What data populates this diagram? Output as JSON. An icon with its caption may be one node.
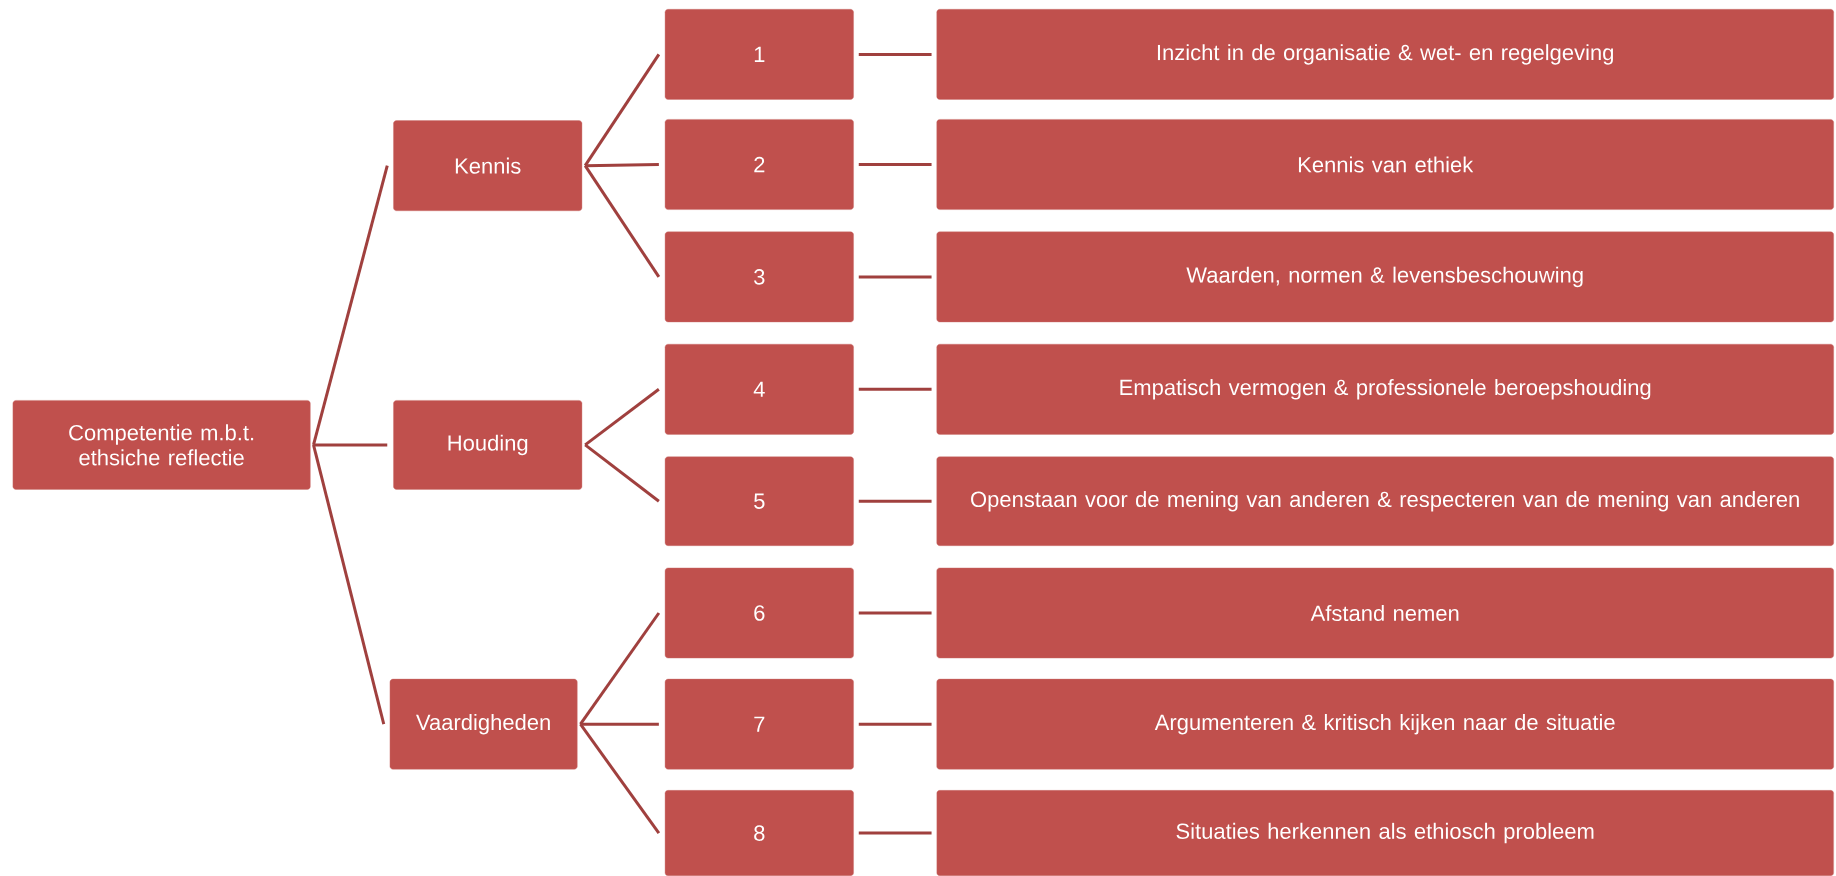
{
  "diagram": {
    "nodes": [
      {
        "text": [
          "Competentie  m.b.t. ethsiche reflectie"
        ]
      },
      {
        "text": [
          "Kennis"
        ]
      },
      {
        "text": [
          "Houding"
        ]
      },
      {
        "text": [
          "Vaardigheden"
        ]
      },
      {
        "text": [
          "1"
        ]
      },
      {
        "text": [
          "2"
        ]
      },
      {
        "text": [
          "3"
        ]
      },
      {
        "text": [
          "4"
        ]
      },
      {
        "text": [
          "5"
        ]
      },
      {
        "text": [
          "6"
        ]
      },
      {
        "text": [
          "7"
        ]
      },
      {
        "text": [
          "8"
        ]
      },
      {
        "text": [
          "Inzicht in de organisatie & wet- en regelgeving"
        ]
      },
      {
        "text": [
          "Kennis van ethiek"
        ]
      },
      {
        "text": [
          "Waarden, normen & levensbeschouwing"
        ]
      },
      {
        "text": [
          "Empatisch vermogen & professionele beroepshouding"
        ]
      },
      {
        "text": [
          "Openstaan voor de mening van anderen & respecteren van de mening van anderen"
        ]
      },
      {
        "text": [
          "Afstand nemen"
        ]
      },
      {
        "text": [
          "Argumenteren & kritisch kijken naar de situatie"
        ]
      },
      {
        "text": [
          "Situaties herkennen als ethiosch probleem"
        ]
      }
    ],
    "edges": [
      {
        "from": 0,
        "to": 1,
        "arrow": "none"
      },
      {
        "from": 0,
        "to": 2,
        "arrow": "none"
      },
      {
        "from": 0,
        "to": 3,
        "arrow": "none"
      },
      {
        "from": 1,
        "to": 4,
        "arrow": "none"
      },
      {
        "from": 1,
        "to": 5,
        "arrow": "none"
      },
      {
        "from": 1,
        "to": 6,
        "arrow": "none"
      },
      {
        "from": 2,
        "to": 7,
        "arrow": "none"
      },
      {
        "from": 2,
        "to": 8,
        "arrow": "none"
      },
      {
        "from": 3,
        "to": 9,
        "arrow": "none"
      },
      {
        "from": 3,
        "to": 10,
        "arrow": "none"
      },
      {
        "from": 3,
        "to": 11,
        "arrow": "none"
      },
      {
        "from": 4,
        "to": 12,
        "arrow": "none"
      },
      {
        "from": 5,
        "to": 13,
        "arrow": "none"
      },
      {
        "from": 6,
        "to": 14,
        "arrow": "none"
      },
      {
        "from": 7,
        "to": 15,
        "arrow": "none"
      },
      {
        "from": 8,
        "to": 16,
        "arrow": "none"
      },
      {
        "from": 9,
        "to": 17,
        "arrow": "none"
      },
      {
        "from": 10,
        "to": 18,
        "arrow": "none"
      },
      {
        "from": 11,
        "to": 19,
        "arrow": "none"
      }
    ]
  }
}
